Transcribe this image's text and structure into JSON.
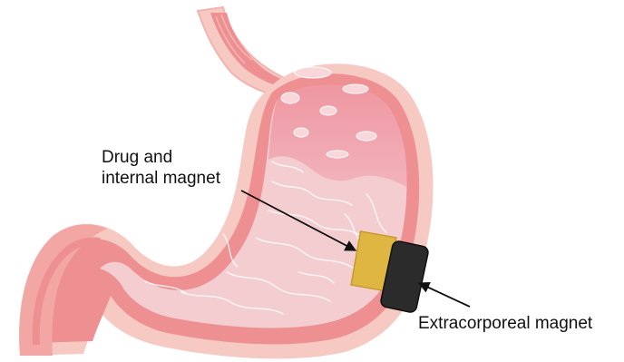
{
  "labels": {
    "drug_line1": "Drug and",
    "drug_line2": "internal magnet",
    "extracorporeal": "Extracorporeal magnet"
  },
  "colors": {
    "outer_wall": "#f7c9c3",
    "wall_mid": "#f2a7a4",
    "muscle_inner": "#ee8f92",
    "lumen": "#f3cdd0",
    "fundus_fluid": "#f1a6ae",
    "fold_line": "#ffffff",
    "internal_magnet": "#e0b642",
    "external_magnet": "#2b2b2b",
    "arrow": "#111111"
  }
}
